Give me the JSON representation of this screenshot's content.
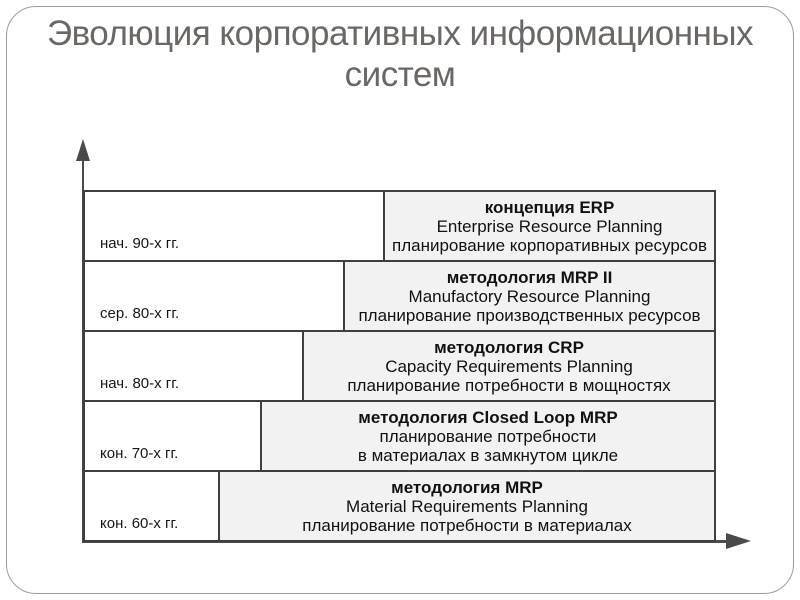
{
  "slide": {
    "title": {
      "line1": "Эволюция корпоративных информационных",
      "line2": "систем"
    }
  },
  "diagram": {
    "rows": [
      {
        "era": "нач. 90-х гг.",
        "heading": "концепция ERP",
        "line2": "Enterprise Resource Planning",
        "line3": "планирование корпоративных ресурсов"
      },
      {
        "era": "сер. 80-х гг.",
        "heading": "методология MRP II",
        "line2": "Manufactory Resource Planning",
        "line3": "планирование производственных ресурсов"
      },
      {
        "era": "нач. 80-х гг.",
        "heading": "методология CRP",
        "line2": "Capacity Requirements Planning",
        "line3": "планирование потребности в мощностях"
      },
      {
        "era": "кон. 70-х гг.",
        "heading": "методология Closed Loop MRP",
        "line2": "планирование потребности",
        "line3": "в материалах в замкнутом цикле"
      },
      {
        "era": "кон. 60-х гг.",
        "heading": "методология MRP",
        "line2": "Material Requirements Planning",
        "line3": "планирование потребности в материалах"
      }
    ],
    "colors": {
      "box_fill": "#f2f2f2",
      "box_border": "#3f3f3f",
      "axis": "#4a4a4a",
      "title_text": "#6a6764",
      "slide_border": "#9d9d9d"
    }
  }
}
